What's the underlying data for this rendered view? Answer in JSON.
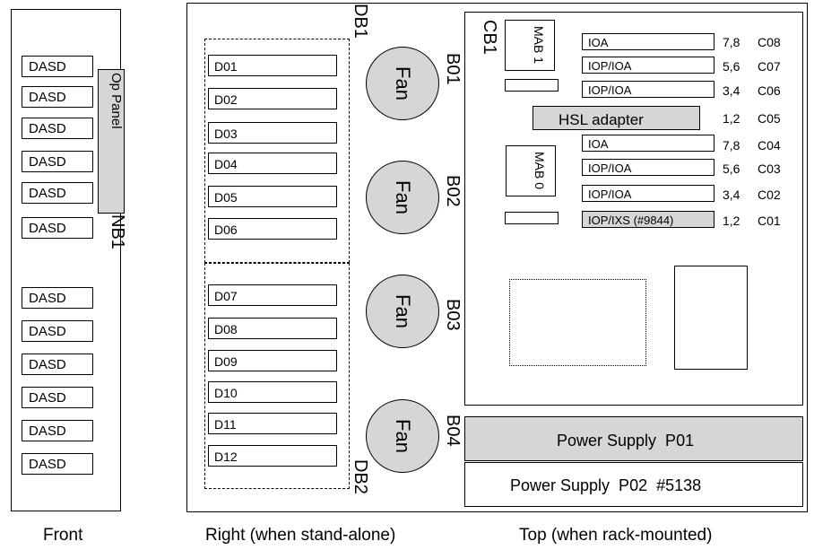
{
  "front": {
    "caption": "Front",
    "op_panel_label": "Op Panel",
    "nb_label": "NB1",
    "dasd_upper": [
      "DASD",
      "DASD",
      "DASD",
      "DASD",
      "DASD",
      "DASD"
    ],
    "dasd_lower": [
      "DASD",
      "DASD",
      "DASD",
      "DASD",
      "DASD",
      "DASD"
    ]
  },
  "right": {
    "caption": "Right (when stand-alone)",
    "db1_label": "DB1",
    "db2_label": "DB2",
    "bays": [
      "D01",
      "D02",
      "D03",
      "D04",
      "D05",
      "D06",
      "D07",
      "D08",
      "D09",
      "D10",
      "D11",
      "D12"
    ],
    "fans": [
      {
        "text": "Fan",
        "label": "B01"
      },
      {
        "text": "Fan",
        "label": "B02"
      },
      {
        "text": "Fan",
        "label": "B03"
      },
      {
        "text": "Fan",
        "label": "B04"
      }
    ]
  },
  "top": {
    "caption": "Top (when rack-mounted)",
    "cb_label": "CB1",
    "mab1_label": "MAB 1",
    "mab0_label": "MAB 0",
    "hsl_label": "HSL adapter",
    "slots": [
      {
        "label": "IOA",
        "pos": "7,8",
        "card": "C08"
      },
      {
        "label": "IOP/IOA",
        "pos": "5,6",
        "card": "C07"
      },
      {
        "label": "IOP/IOA",
        "pos": "3,4",
        "card": "C06"
      },
      {
        "label": "",
        "pos": "1,2",
        "card": "C05"
      },
      {
        "label": "IOA",
        "pos": "7,8",
        "card": "C04"
      },
      {
        "label": "IOP/IOA",
        "pos": "5,6",
        "card": "C03"
      },
      {
        "label": "IOP/IOA",
        "pos": "3,4",
        "card": "C02"
      },
      {
        "label": "IOP/IXS (#9844)",
        "pos": "1,2",
        "card": "C01"
      }
    ],
    "power_supplies": [
      "Power Supply  P01",
      "Power Supply  P02  #5138"
    ]
  },
  "colors": {
    "fill_gray": "#d6d6d6",
    "line": "#000000"
  }
}
